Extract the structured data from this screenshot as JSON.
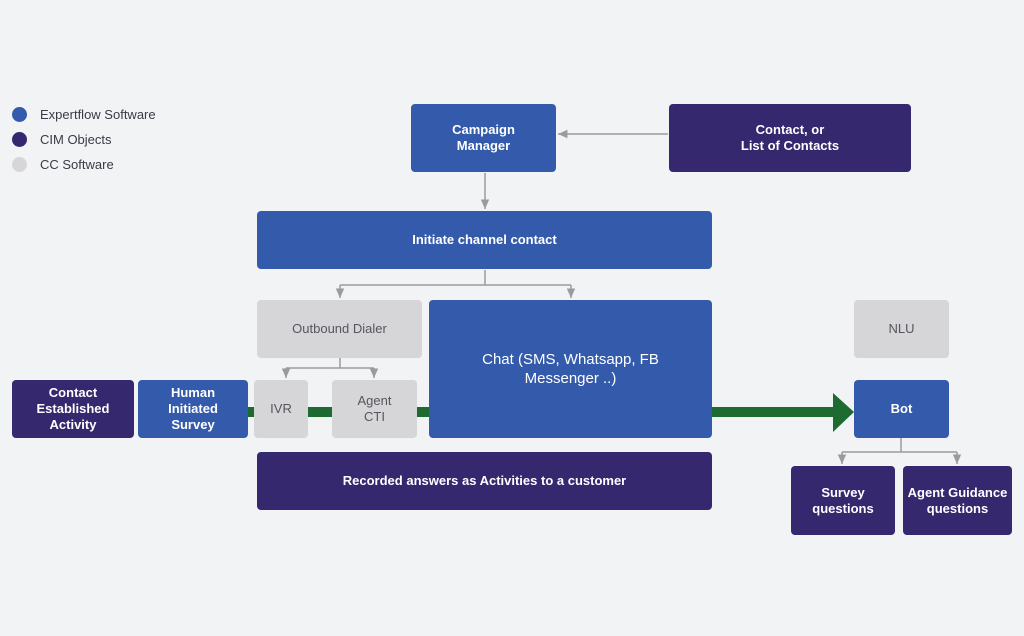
{
  "legend": [
    {
      "label": "Expertflow Software",
      "color": "#345bab"
    },
    {
      "label": "CIM Objects",
      "color": "#35286e"
    },
    {
      "label": "CC Software",
      "color": "#d6d6d8"
    }
  ],
  "nodes": {
    "campaign_manager": "Campaign\nManager",
    "contacts": "Contact, or\nList of Contacts",
    "initiate_contact": "Initiate channel contact",
    "outbound_dialer": "Outbound Dialer",
    "chat": "Chat (SMS, Whatsapp, FB\nMessenger ..)",
    "nlu": "NLU",
    "contact_established": "Contact\nEstablished\nActivity",
    "human_survey": "Human\nInitiated\nSurvey",
    "ivr": "IVR",
    "agent_cti": "Agent\nCTI",
    "bot": "Bot",
    "recorded_answers": "Recorded answers as Activities to a customer",
    "survey_questions": "Survey\nquestions",
    "agent_guidance": "Agent Guidance\nquestions"
  },
  "colors": {
    "expertflow": "#345bab",
    "cim": "#35286e",
    "cc": "#d6d6d8",
    "flow": "#1e6b32",
    "connector": "#9a9aa0"
  }
}
